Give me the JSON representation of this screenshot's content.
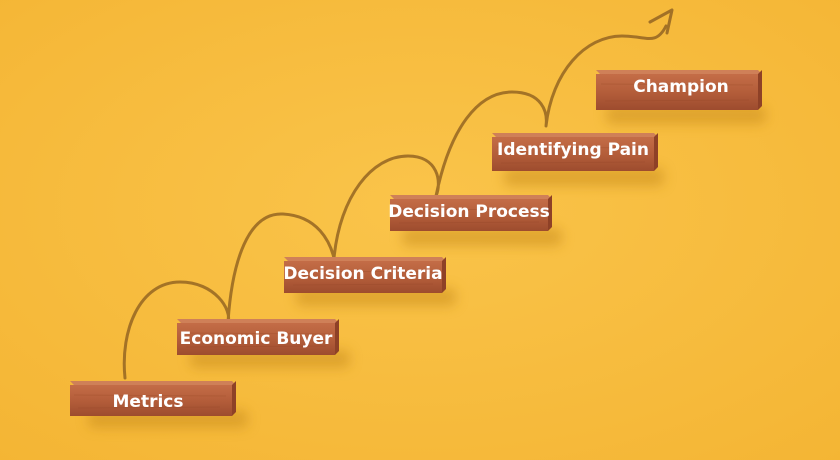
{
  "steps": [
    {
      "label": "Metrics"
    },
    {
      "label": "Economic Buyer"
    },
    {
      "label": "Decision Criteria"
    },
    {
      "label": "Decision Process"
    },
    {
      "label": "Identifying Pain"
    },
    {
      "label": "Champion"
    }
  ],
  "colors": {
    "background": "#f8bd3c",
    "block_front": "#b8613e",
    "block_top": "#cc7a54",
    "block_end": "#96472b",
    "arrow": "#9a6a24",
    "label": "#ffffff"
  }
}
